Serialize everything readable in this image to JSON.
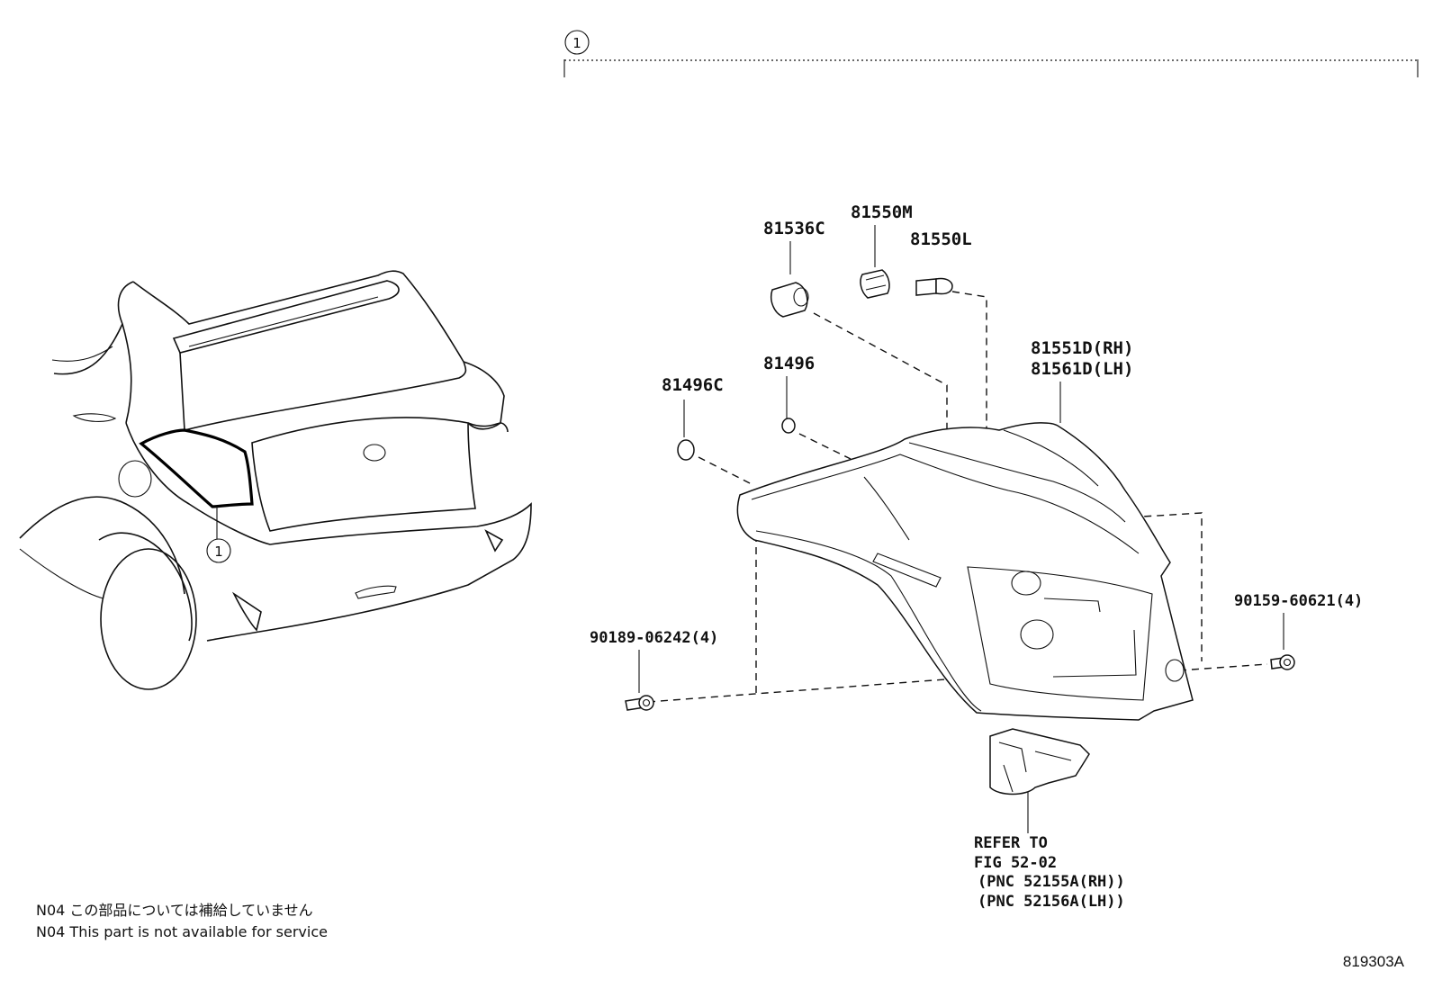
{
  "callout": {
    "number": "1"
  },
  "parts": {
    "p81536C": "81536C",
    "p81550M": "81550M",
    "p81550L": "81550L",
    "p81496C": "81496C",
    "p81496": "81496",
    "p81551D": "81551D(RH)",
    "p81561D": "81561D(LH)",
    "p90189": "90189-06242(4)",
    "p90159": "90159-60621(4)"
  },
  "refer": {
    "line1": "REFER TO",
    "line2": "FIG 52-02",
    "line3": "(PNC 52155A(RH))",
    "line4": "(PNC 52156A(LH))"
  },
  "notes": {
    "jp": "N04 この部品については補給していません",
    "en": "N04 This part is not available for service"
  },
  "figure_code": "819303A",
  "icons": {
    "callout": "circled-number",
    "car": "car-rear-view-illustration",
    "lamp": "rear-combination-lamp",
    "socket": "bulb-socket",
    "bulb": "wedge-bulb",
    "screw": "screw-icon",
    "bracket": "mounting-bracket"
  }
}
